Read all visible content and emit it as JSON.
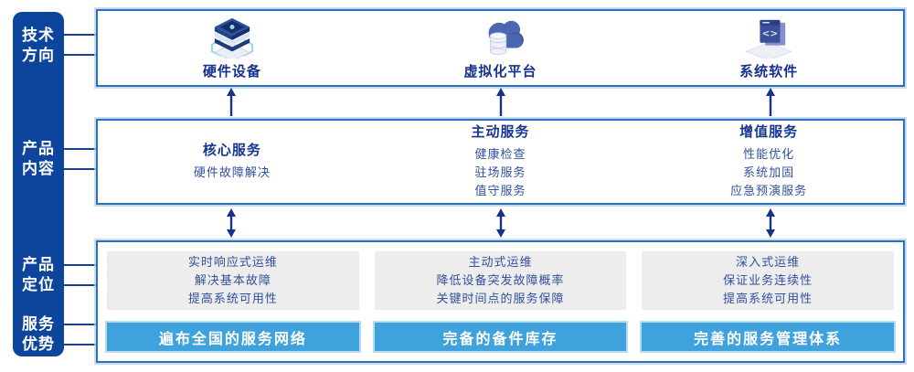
{
  "colors": {
    "sidebar_bg": "#0d459c",
    "box_border": "#2e6fb8",
    "heading_text": "#17368f",
    "body_text": "#33509c",
    "arrow": "#16328c",
    "panel_bg": "#ededed",
    "bar_bg": "#3fa2dc",
    "bar_text": "#ffffff"
  },
  "sidebar": {
    "labels": [
      {
        "line1": "技术",
        "line2": "方向"
      },
      {
        "line1": "产品",
        "line2": "内容"
      },
      {
        "line1": "产品",
        "line2": "定位"
      },
      {
        "line1": "服务",
        "line2": "优势"
      }
    ]
  },
  "tech_directions": {
    "items": [
      {
        "icon": "server-stack-icon",
        "label": "硬件设备"
      },
      {
        "icon": "cloud-database-icon",
        "label": "虚拟化平台"
      },
      {
        "icon": "code-window-icon",
        "label": "系统软件"
      }
    ]
  },
  "product_content": {
    "columns": [
      {
        "title": "核心服务",
        "item1": "硬件故障解决",
        "item2": "",
        "item3": ""
      },
      {
        "title": "主动服务",
        "item1": "健康检查",
        "item2": "驻场服务",
        "item3": "值守服务"
      },
      {
        "title": "增值服务",
        "item1": "性能优化",
        "item2": "系统加固",
        "item3": "应急预演服务"
      }
    ]
  },
  "product_positioning": {
    "columns": [
      {
        "line1": "实时响应式运维",
        "line2": "解决基本故障",
        "line3": "提高系统可用性",
        "advantage": "遍布全国的服务网络"
      },
      {
        "line1": "主动式运维",
        "line2": "降低设备突发故障概率",
        "line3": "关键时间点的服务保障",
        "advantage": "完备的备件库存"
      },
      {
        "line1": "深入式运维",
        "line2": "保证业务连续性",
        "line3": "提高系统可用性",
        "advantage": "完善的服务管理体系"
      }
    ]
  }
}
